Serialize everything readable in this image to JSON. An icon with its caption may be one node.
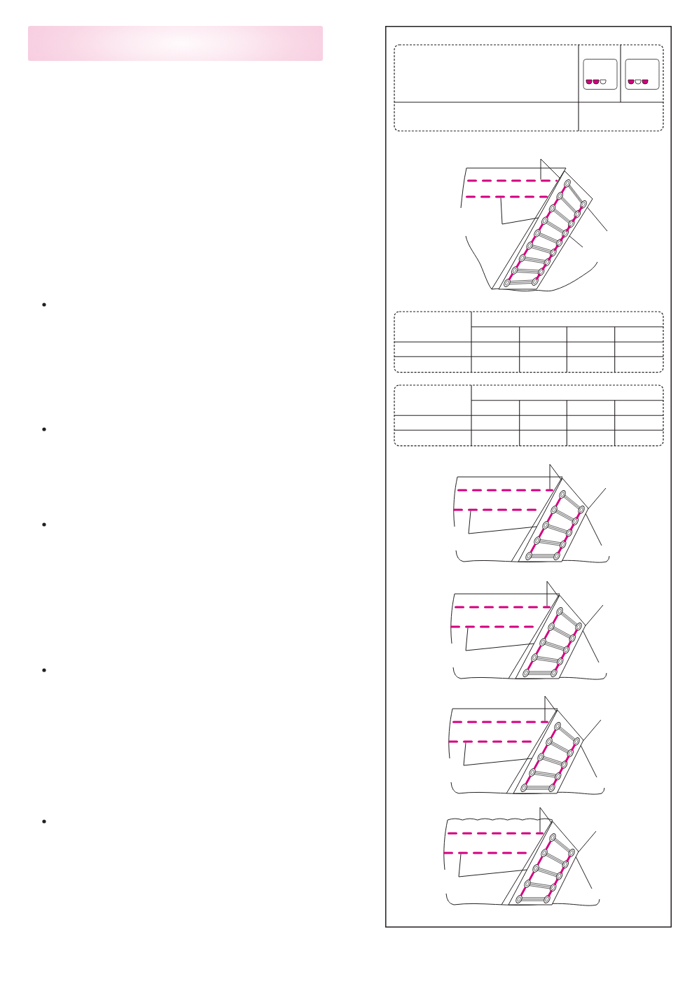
{
  "diagram": {
    "nodes": [
      {
        "text": [],
        "shape": "bar"
      },
      {
        "text": [],
        "shape": "line"
      },
      {
        "text": [],
        "shape": "line"
      },
      {
        "text": [],
        "shape": "picture"
      },
      {
        "text": [],
        "shape": "line"
      },
      {
        "text": [],
        "shape": "line"
      },
      {
        "text": [],
        "shape": "picture"
      },
      {
        "text": [],
        "shape": "line"
      },
      {
        "text": [],
        "shape": "line"
      },
      {
        "text": [],
        "shape": "picture"
      },
      {
        "text": [],
        "shape": "line"
      },
      {
        "text": [],
        "shape": "line"
      },
      {
        "text": [],
        "shape": "picture"
      },
      {
        "text": [],
        "shape": "line"
      },
      {
        "text": [],
        "shape": "line"
      },
      {
        "text": [],
        "shape": "picture"
      }
    ],
    "edges": [
      {
        "from": null,
        "to": 1,
        "arrow": "none"
      },
      {
        "from": null,
        "to": 3,
        "arrow": "none"
      },
      {
        "from": null,
        "to": 2,
        "arrow": "none"
      },
      {
        "from": null,
        "to": 3,
        "arrow": "none"
      },
      {
        "from": null,
        "to": 3,
        "arrow": "none"
      },
      {
        "from": null,
        "to": 3,
        "arrow": "none"
      },
      {
        "from": null,
        "to": 4,
        "arrow": "none"
      },
      {
        "from": null,
        "to": 6,
        "arrow": "none"
      },
      {
        "from": null,
        "to": 5,
        "arrow": "none"
      },
      {
        "from": null,
        "to": 6,
        "arrow": "none"
      },
      {
        "from": null,
        "to": 6,
        "arrow": "none"
      },
      {
        "from": null,
        "to": 6,
        "arrow": "none"
      },
      {
        "from": null,
        "to": 7,
        "arrow": "none"
      },
      {
        "from": null,
        "to": 9,
        "arrow": "none"
      },
      {
        "from": null,
        "to": 8,
        "arrow": "none"
      },
      {
        "from": null,
        "to": 9,
        "arrow": "none"
      },
      {
        "from": null,
        "to": 9,
        "arrow": "none"
      },
      {
        "from": null,
        "to": 9,
        "arrow": "none"
      },
      {
        "from": null,
        "to": 10,
        "arrow": "none"
      },
      {
        "from": null,
        "to": 12,
        "arrow": "none"
      },
      {
        "from": null,
        "to": 11,
        "arrow": "none"
      },
      {
        "from": null,
        "to": 12,
        "arrow": "none"
      },
      {
        "from": null,
        "to": 12,
        "arrow": "none"
      },
      {
        "from": null,
        "to": 12,
        "arrow": "none"
      },
      {
        "from": null,
        "to": 13,
        "arrow": "none"
      },
      {
        "from": null,
        "to": 15,
        "arrow": "none"
      },
      {
        "from": null,
        "to": 14,
        "arrow": "none"
      },
      {
        "from": null,
        "to": 15,
        "arrow": "none"
      },
      {
        "from": null,
        "to": 15,
        "arrow": "none"
      },
      {
        "from": null,
        "to": 15,
        "arrow": "none"
      }
    ]
  }
}
